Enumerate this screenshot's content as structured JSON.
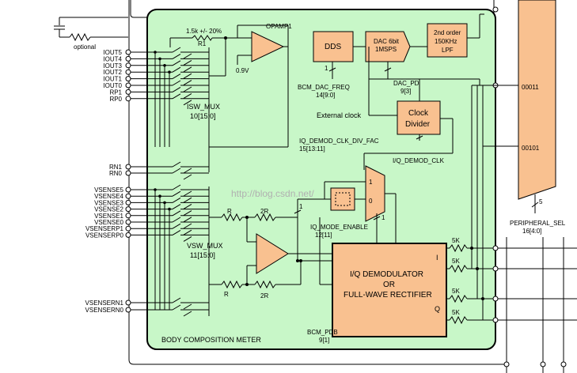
{
  "optional_label": "optional",
  "opamp1": {
    "label": "OPAMP1",
    "resistor": "1.5k +/- 20%",
    "r_name": "R1",
    "vref": "0.9V"
  },
  "iout_pins": [
    "IOUT5",
    "IOUT4",
    "IOUT3",
    "IOUT2",
    "IOUT1",
    "IOUT0",
    "RP1",
    "RP0"
  ],
  "rn_pins": [
    "RN1",
    "RN0"
  ],
  "vsense_pins": [
    "VSENSE5",
    "VSENSE4",
    "VSENSE3",
    "VSENSE2",
    "VSENSE1",
    "VSENSE0",
    "VSENSERP1",
    "VSENSERP0"
  ],
  "vsensern_pins": [
    "VSENSERN1",
    "VSENSERN0"
  ],
  "isw_mux": {
    "name": "ISW_MUX",
    "field": "10[15:0]"
  },
  "vsw_mux": {
    "name": "VSW_MUX",
    "field": "11[15:0]"
  },
  "dds": {
    "label": "DDS",
    "bit": "1"
  },
  "dac": {
    "line1": "DAC 6bit",
    "line2": "1MSPS"
  },
  "lpf": {
    "line1": "2nd order",
    "line2": "150KHz",
    "line3": "LPF"
  },
  "bcm_dac_freq": {
    "name": "BCM_DAC_FREQ",
    "field": "14[9:0]"
  },
  "dac_pd": {
    "name": "DAC_PD",
    "field": "9[3]"
  },
  "external_clock": "External clock",
  "clock_divider": {
    "line1": "Clock",
    "line2": "Divider"
  },
  "iq_demod_clk_div_fac": {
    "name": "IQ_DEMOD_CLK_DIV_FAC",
    "field": "15[13:11]"
  },
  "iq_demod_clk": "I/Q_DEMOD_CLK",
  "iq_mode_enable": {
    "name": "IQ_MODE_ENABLE",
    "field": "12[11]"
  },
  "mux_inputs": {
    "one": "1",
    "zero": "0",
    "sel": "1"
  },
  "demodulator": {
    "line1": "I/Q DEMODULATOR",
    "line2": "OR",
    "line3": "FULL-WAVE RECTIFIER",
    "i": "I",
    "q": "Q"
  },
  "resistors": {
    "r": "R",
    "two_r": "2R",
    "five_k": "5K"
  },
  "bcm_pdb": {
    "name": "BCM_PDB",
    "field": "9[1]"
  },
  "body_composition_meter": "BODY COMPOSITION METER",
  "peripheral": {
    "code1": "00011",
    "code2": "00101",
    "bus_width": "5",
    "sel_name": "PERIPHERAL_SEL",
    "sel_field": "16[4:0]"
  },
  "watermark": "http://blog.csdn.net/",
  "colors": {
    "panel_green": "#c8f7c8",
    "block_orange": "#f9c190",
    "peripheral_orange": "#f9c190"
  }
}
